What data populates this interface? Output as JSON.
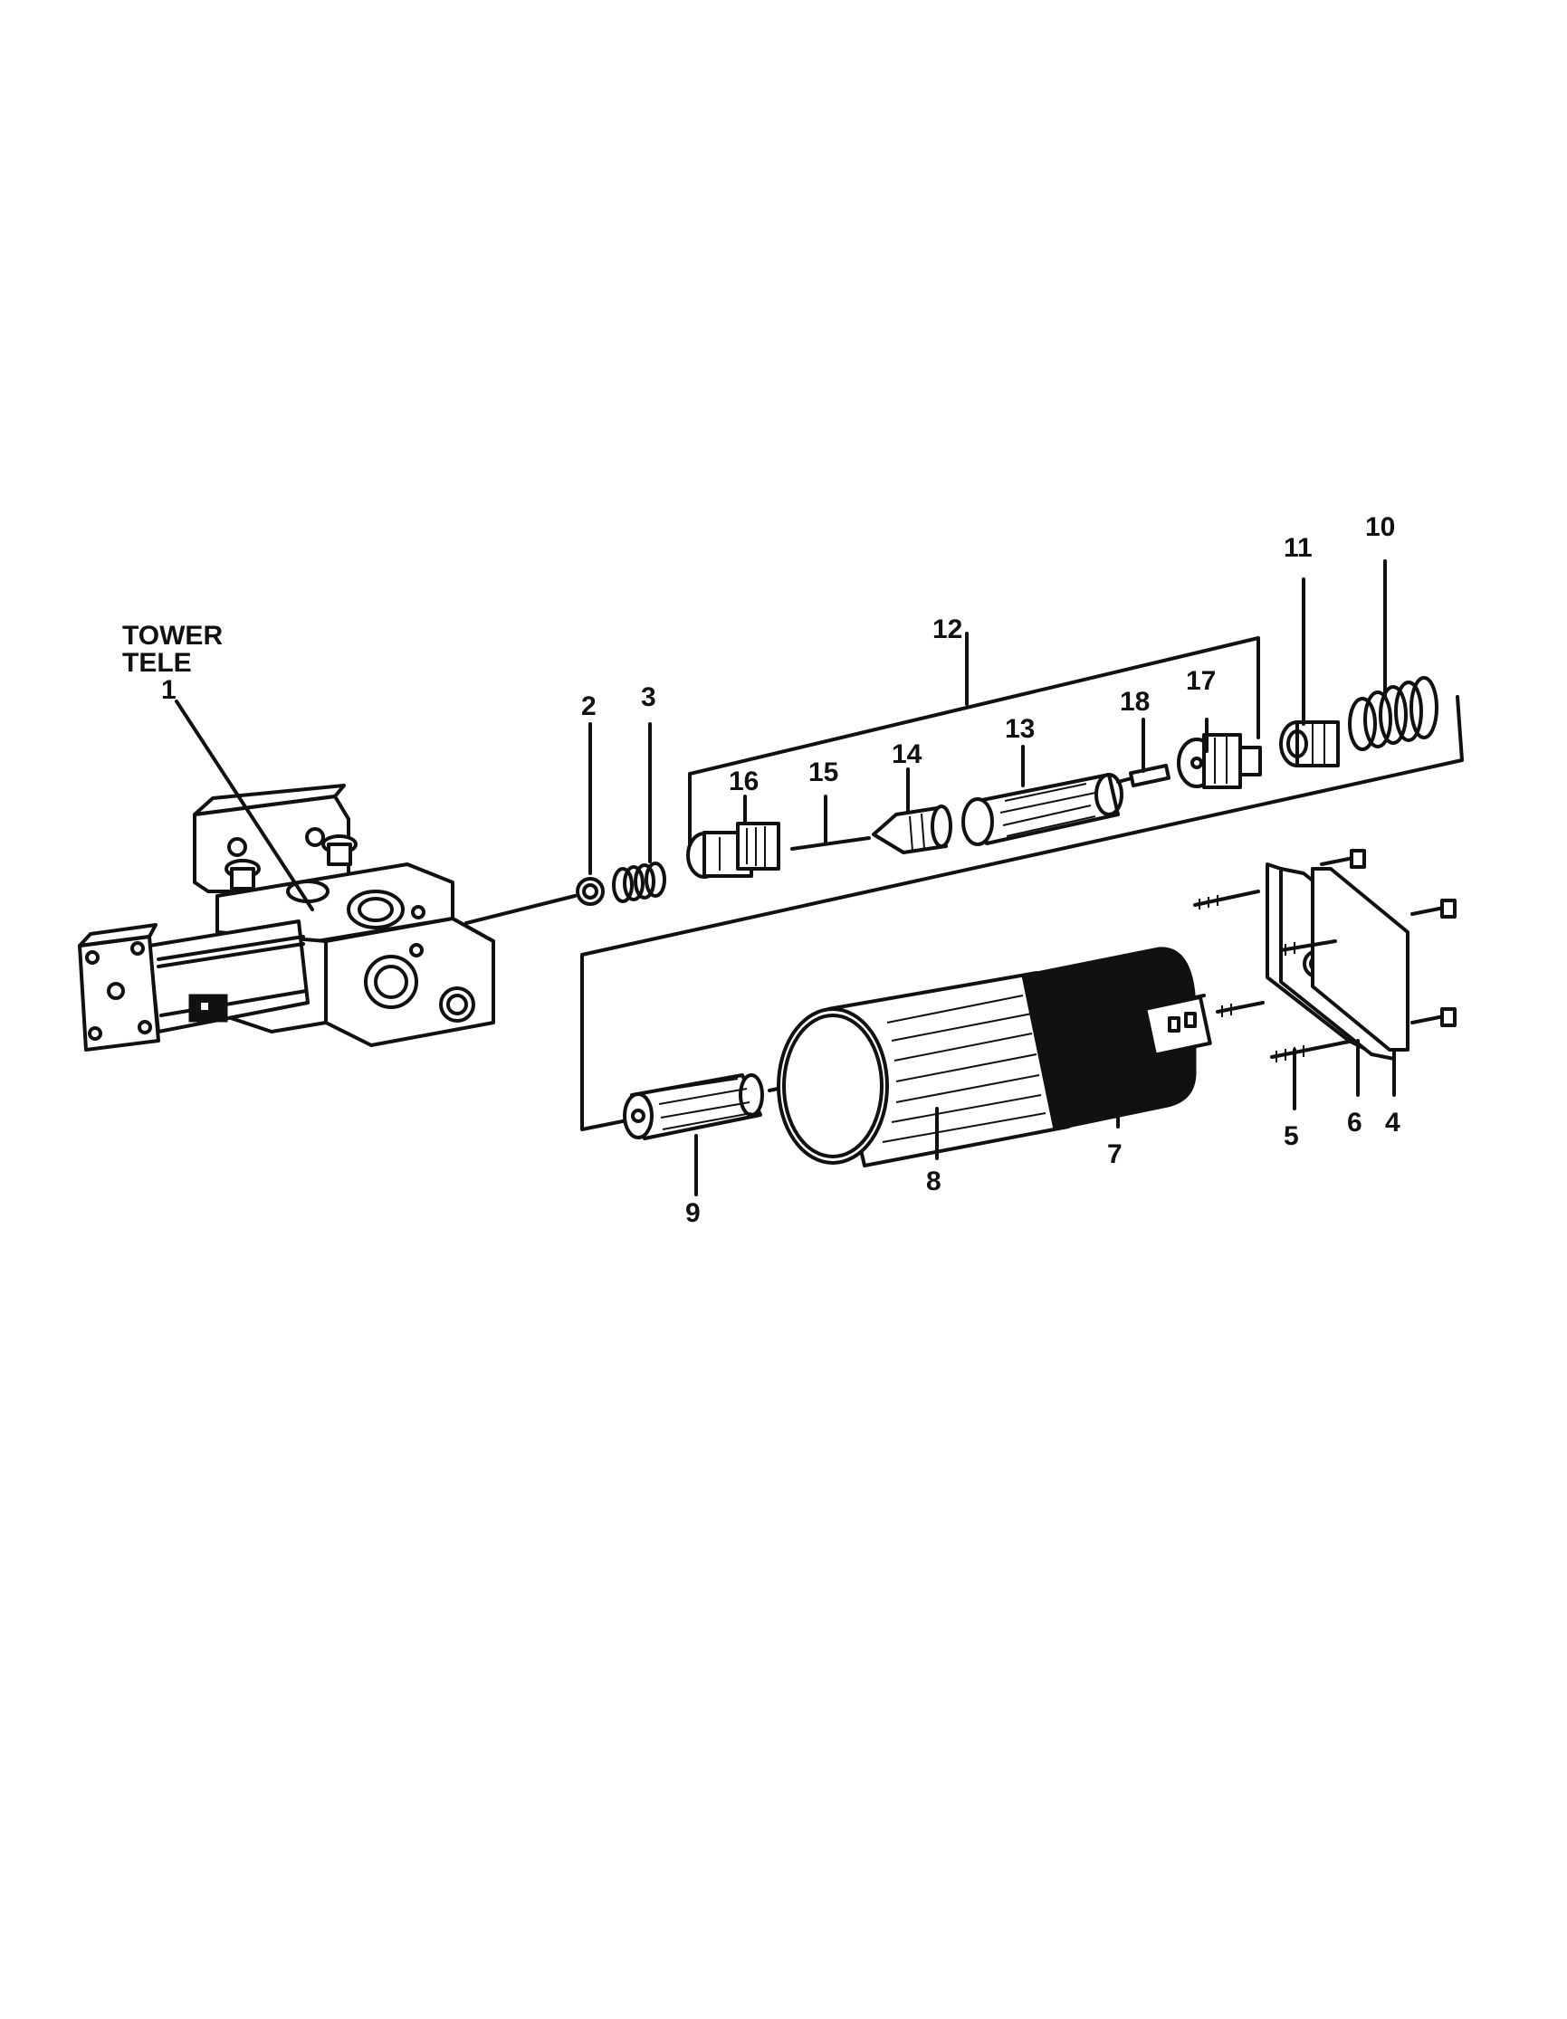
{
  "diagram": {
    "assembly_label_line1": "TOWER",
    "assembly_label_line2": "TELE",
    "callouts": {
      "c1": "1",
      "c2": "2",
      "c3": "3",
      "c4": "4",
      "c5": "5",
      "c6": "6",
      "c7": "7",
      "c8": "8",
      "c9": "9",
      "c10": "10",
      "c11": "11",
      "c12": "12",
      "c13": "13",
      "c14": "14",
      "c15": "15",
      "c16": "16",
      "c17": "17",
      "c18": "18"
    }
  }
}
